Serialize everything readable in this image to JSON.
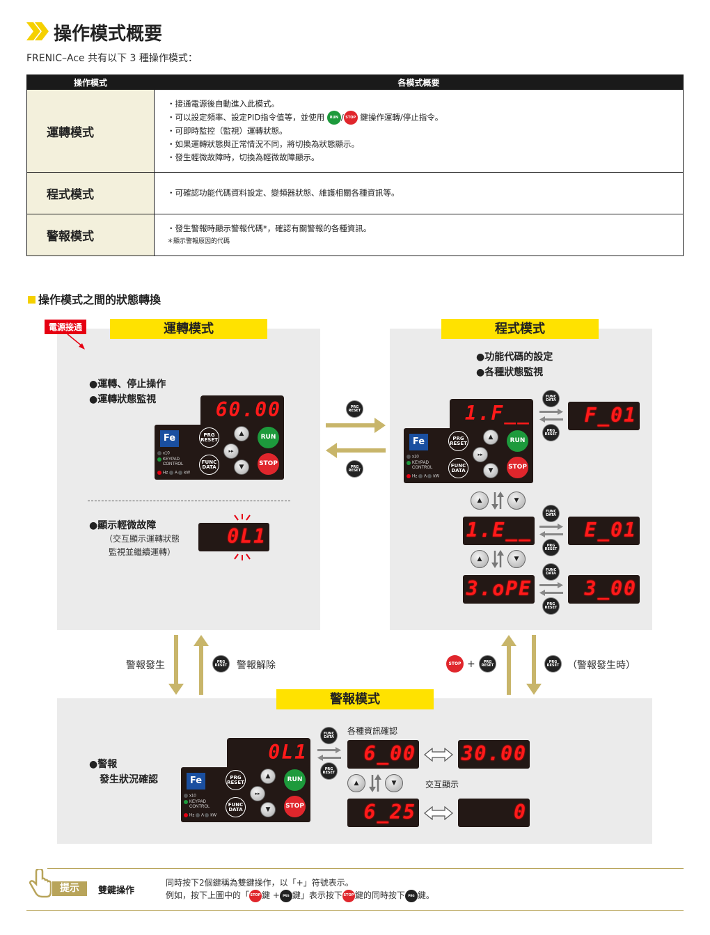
{
  "header": {
    "title": "操作模式概要",
    "subtitle": "FRENIC–Ace 共有以下 3 種操作模式："
  },
  "table": {
    "headers": [
      "操作模式",
      "各模式概要"
    ],
    "rows": [
      {
        "mode": "運轉模式",
        "lines": [
          "・接通電源後自動進入此模式。",
          "・可以設定頻率、設定PID指令值等，並使用",
          "鍵操作運轉/停止指令。",
          "・可即時監控（監視）運轉狀態。",
          "・如果運轉狀態與正常情況不同，將切換為狀態顯示。",
          "・發生輕微故障時，切換為輕微故障顯示。"
        ]
      },
      {
        "mode": "程式模式",
        "lines": [
          "・可確認功能代碼資料設定、變頻器狀態、維護相關各種資訊等。"
        ]
      },
      {
        "mode": "警報模式",
        "lines": [
          "・發生警報時顯示警報代碼*，確認有關警報的各種資訊。",
          "＊顯示警報原因的代碼"
        ]
      }
    ]
  },
  "section_title": "操作模式之間的狀態轉換",
  "keys": {
    "run": "RUN",
    "stop": "STOP",
    "prg": "PRG",
    "reset": "RESET",
    "func": "FUNC",
    "data": "DATA",
    "plus": "+",
    "up": "▲",
    "down": "▼",
    "shift": "▸▸",
    "x10": "x10",
    "keypad": "KEYPAD CONTROL",
    "hz": "Hz",
    "a": "A",
    "kw": "kW",
    "logo": "Fe"
  },
  "run_mode": {
    "label": "運轉模式",
    "power_on": "電源接通",
    "bullets": [
      "●運轉、停止操作",
      "●運轉狀態監視"
    ],
    "display": "60.00",
    "minor_fault": "●顯示輕微故障",
    "minor_note": [
      "（交互顯示運轉狀態",
      "監視並繼續運轉）"
    ],
    "minor_display": "0L1"
  },
  "program_mode": {
    "label": "程式模式",
    "bullets": [
      "●功能代碼的設定",
      "●各種狀態監視"
    ],
    "displays": [
      [
        "1.F__",
        "F_01"
      ],
      [
        "1.E__",
        "E_01"
      ],
      [
        "3.oPE",
        "3_00"
      ]
    ]
  },
  "transitions": {
    "alarm_occur": "警報發生",
    "alarm_reset": "警報解除",
    "alarm_when": "（警報發生時）"
  },
  "alarm_mode": {
    "label": "警報模式",
    "bullets": [
      "●警報",
      "發生狀況確認"
    ],
    "display": "0L1",
    "info_title": "各種資訊確認",
    "alternate": "交互顯示",
    "displays": [
      [
        "6_00",
        "30.00"
      ],
      [
        "6_25",
        "0"
      ]
    ]
  },
  "tip": {
    "badge": "提示",
    "title": "雙鍵操作",
    "line1": "同時按下2個鍵稱為雙鍵操作，以「+」符號表示。",
    "line2": [
      "例如，按下上圖中的「",
      "鍵 +",
      "鍵」表示按下",
      "鍵的同時按下",
      "鍵。"
    ]
  },
  "colors": {
    "accent": "#ffe200",
    "red": "#e60012",
    "green": "#1d9a3c",
    "gold": "#b8a45a"
  }
}
